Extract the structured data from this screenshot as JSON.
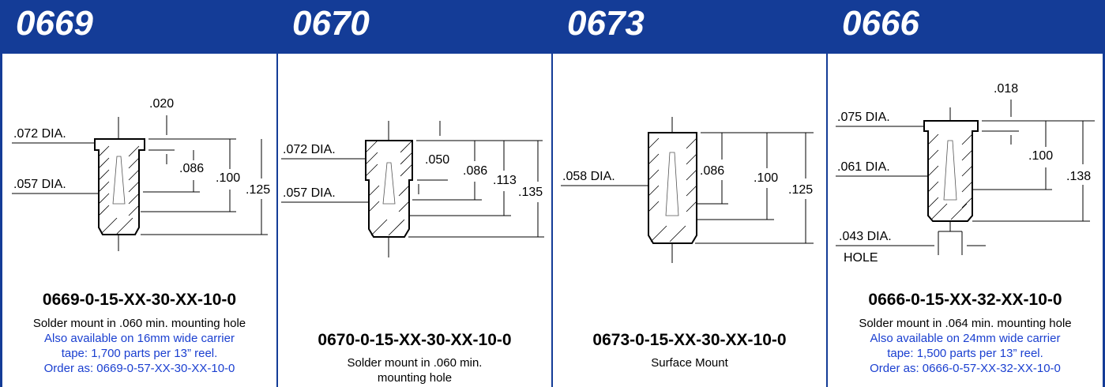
{
  "header": {
    "numbers": [
      "0669",
      "0670",
      "0673",
      "0666"
    ]
  },
  "panels": [
    {
      "part_number": "0669-0-15-XX-30-XX-10-0",
      "description": "Solder mount in .060 min. mounting hole",
      "note_lines": [
        "Also available on 16mm wide carrier",
        "tape: 1,700 parts per 13” reel.",
        "Order as: 0669-0-57-XX-30-XX-10-0"
      ],
      "dims": {
        "top": ".020",
        "dia1": ".072 DIA.",
        "dia2": ".057 DIA.",
        "h1": ".086",
        "h2": ".100",
        "h3": ".125"
      }
    },
    {
      "part_number": "0670-0-15-XX-30-XX-10-0",
      "description_lines": [
        "Solder mount in .060 min.",
        "mounting hole"
      ],
      "dims": {
        "dia1": ".072 DIA.",
        "dia2": ".057 DIA.",
        "h0": ".050",
        "h1": ".086",
        "h2": ".113",
        "h3": ".135"
      }
    },
    {
      "part_number": "0673-0-15-XX-30-XX-10-0",
      "description": "Surface Mount",
      "dims": {
        "dia1": ".058 DIA.",
        "h1": ".086",
        "h2": ".100",
        "h3": ".125"
      }
    },
    {
      "part_number": "0666-0-15-XX-32-XX-10-0",
      "description": "Solder mount in .064 min. mounting hole",
      "note_lines": [
        "Also available on 24mm wide carrier",
        "tape: 1,500 parts per 13” reel.",
        "Order as: 0666-0-57-XX-32-XX-10-0"
      ],
      "dims": {
        "top": ".018",
        "dia1": ".075 DIA.",
        "dia2": ".061 DIA.",
        "h1": ".100",
        "h2": ".138",
        "dia3": ".043 DIA.",
        "hole": "HOLE"
      }
    }
  ],
  "colors": {
    "header_bg": "#143c97",
    "border": "#143c97",
    "note_text": "#1a3fd0"
  }
}
